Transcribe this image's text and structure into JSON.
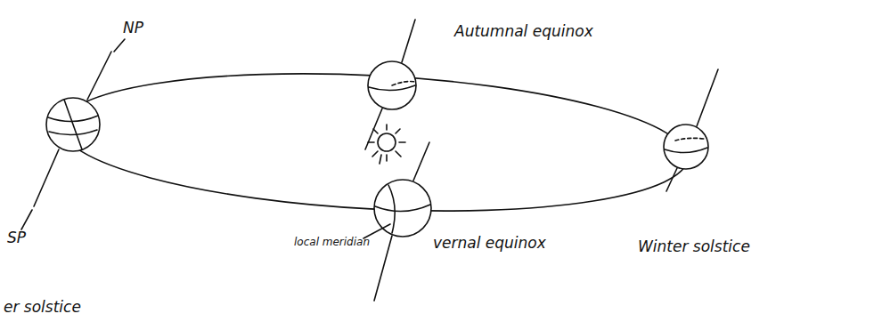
{
  "diagram": {
    "labels": [
      "NP",
      "Autumnal equinox",
      "SP",
      "local meridian",
      "vernal equinox",
      "Winter solstice",
      "er solstice"
    ]
  }
}
